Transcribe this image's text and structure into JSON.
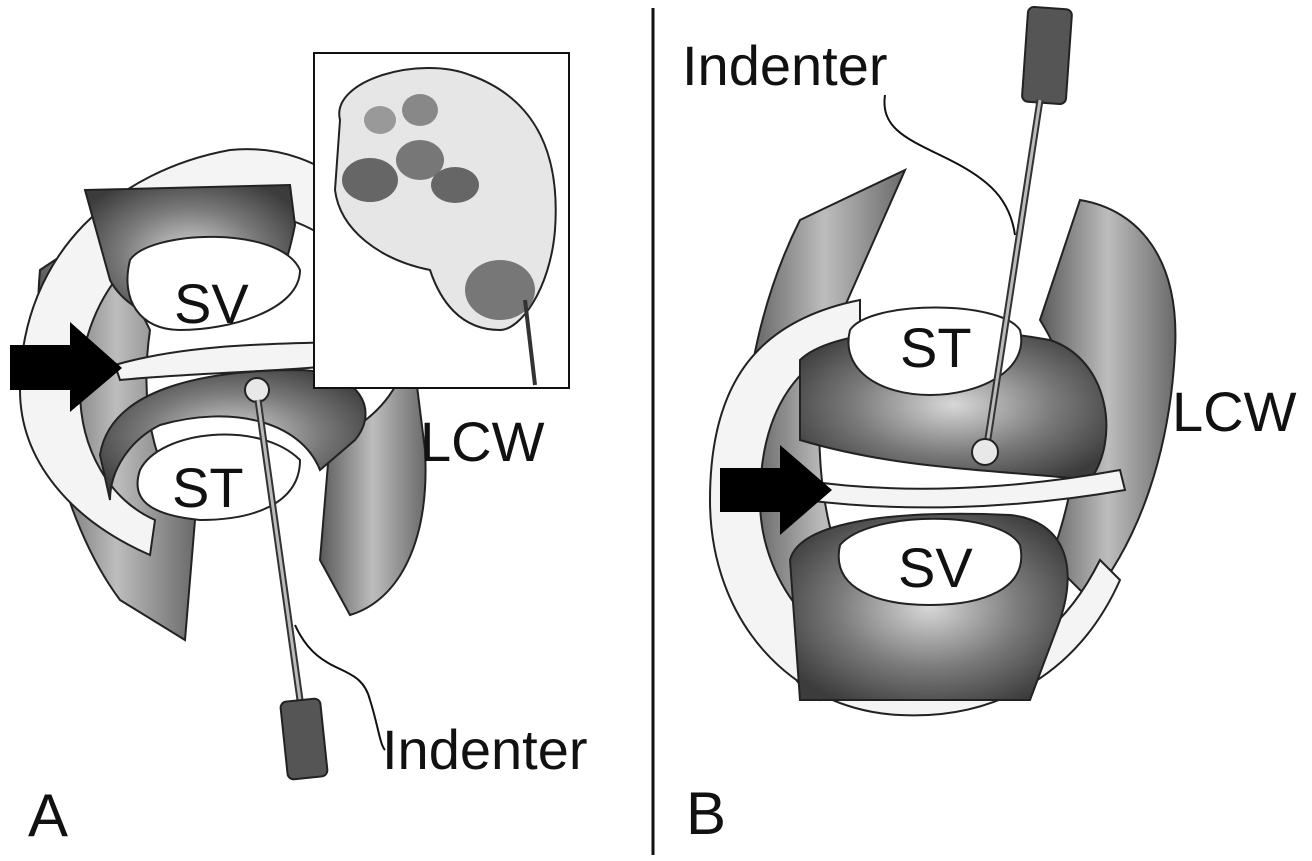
{
  "panels": [
    {
      "letter": "A",
      "upper_chamber": "SV",
      "lower_chamber": "ST",
      "wall": "LCW",
      "tool": "Indenter"
    },
    {
      "letter": "B",
      "upper_chamber": "ST",
      "lower_chamber": "SV",
      "wall": "LCW",
      "tool": "Indenter"
    }
  ],
  "colors": {
    "ink": "#111111",
    "tissue_dark": "#4a4a4a",
    "tissue_mid": "#8c8c8c",
    "bone": "#f4f4f4"
  },
  "icons": [
    "arrow-right-icon",
    "indenter-probe-icon",
    "cochlea-inset-icon"
  ]
}
